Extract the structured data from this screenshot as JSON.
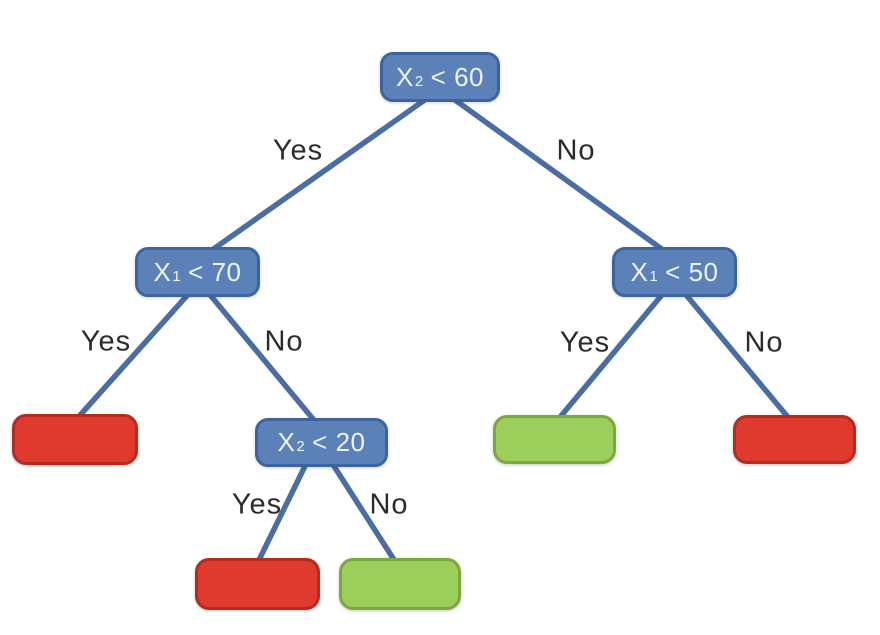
{
  "diagram": {
    "type": "decision-tree",
    "colors": {
      "background": "#ffffff",
      "node_fill": "#5b81b8",
      "node_border": "#3c64a0",
      "node_text": "#eef3fa",
      "edge": "#4a6da3",
      "leaf_red_fill": "#e0392d",
      "leaf_red_border": "#b42b22",
      "leaf_green_fill": "#9cce5c",
      "leaf_green_border": "#7fa73f",
      "label_text": "#2b2b2b"
    },
    "nodes": {
      "root": {
        "var": "X",
        "sub": "2",
        "cond": "< 60"
      },
      "left": {
        "var": "X",
        "sub": "1",
        "cond": "< 70"
      },
      "right": {
        "var": "X",
        "sub": "1",
        "cond": "< 50"
      },
      "mid": {
        "var": "X",
        "sub": "2",
        "cond": "< 20"
      }
    },
    "edge_labels": {
      "root_yes": "Yes",
      "root_no": "No",
      "left_yes": "Yes",
      "left_no": "No",
      "mid_yes": "Yes",
      "mid_no": "No",
      "right_yes": "Yes",
      "right_no": "No"
    },
    "leaves": {
      "left_yes": {
        "color": "red"
      },
      "mid_yes": {
        "color": "red"
      },
      "mid_no": {
        "color": "green"
      },
      "right_yes": {
        "color": "green"
      },
      "right_no": {
        "color": "red"
      }
    }
  }
}
